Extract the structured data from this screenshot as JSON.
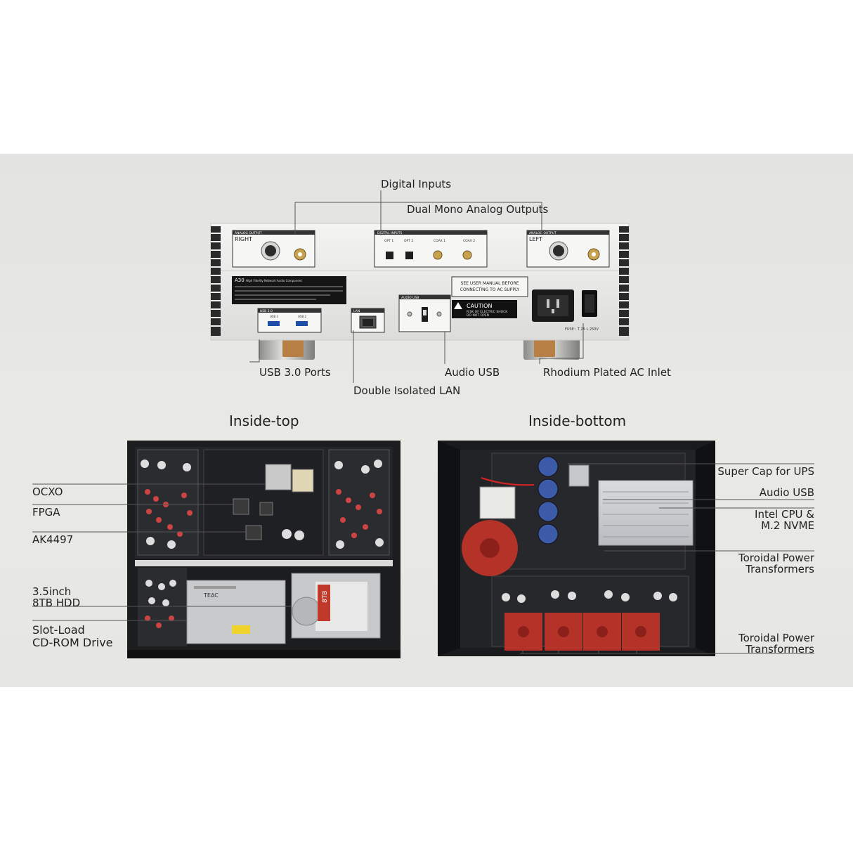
{
  "colors": {
    "background": "#e6e6e3",
    "panel_silver": "#eeeeec",
    "interior_dark": "#1c1d1f",
    "transformer_red": "#c0392b",
    "label_text": "#222222"
  },
  "rear_panel": {
    "labels": {
      "digital_inputs": "Digital Inputs",
      "dual_mono": "Dual Mono Analog Outputs",
      "usb30": "USB 3.0 Ports",
      "lan": "Double Isolated LAN",
      "audio_usb": "Audio USB",
      "ac_inlet": "Rhodium Plated AC Inlet"
    },
    "silk": {
      "analog_output": "ANALOG OUTPUT",
      "right": "RIGHT",
      "left": "LEFT",
      "digital_inputs": "DIGITAL INPUTS",
      "opt1": "OPT 1",
      "opt2": "OPT 2",
      "coax1": "COAX 1",
      "coax2": "COAX 2",
      "model": "A30",
      "model_desc": "High Fidelity Network Audio Component",
      "usb30_port": "USB 3.0",
      "usb1": "USB 1",
      "usb2": "USB 2",
      "lan_tag": "LAN",
      "audio_usb_tag": "AUDIO USB",
      "see_manual_1": "SEE USER MANUAL BEFORE",
      "see_manual_2": "CONNECTING TO AC SUPPLY",
      "caution": "CAUTION",
      "shock_1": "RISK OF ELECTRIC SHOCK",
      "shock_2": "DO NOT OPEN",
      "fuse": "FUSE : T 2A L 250V"
    }
  },
  "inside_top": {
    "title": "Inside-top",
    "labels": {
      "ocxo": "OCXO",
      "fpga": "FPGA",
      "ak4497": "AK4497",
      "hdd_1": "3.5inch",
      "hdd_2": "8TB HDD",
      "cd_1": "Slot-Load",
      "cd_2": "CD-ROM Drive"
    },
    "parts": {
      "hdd_capacity": "8TB",
      "cd_brand": "TEAC"
    }
  },
  "inside_bottom": {
    "title": "Inside-bottom",
    "labels": {
      "supercap": "Super Cap for UPS",
      "audio_usb": "Audio USB",
      "cpu_1": "Intel CPU &",
      "cpu_2": "M.2 NVME",
      "toroid_a_1": "Toroidal Power",
      "toroid_a_2": "Transformers",
      "toroid_b_1": "Toroidal Power",
      "toroid_b_2": "Transformers"
    }
  }
}
